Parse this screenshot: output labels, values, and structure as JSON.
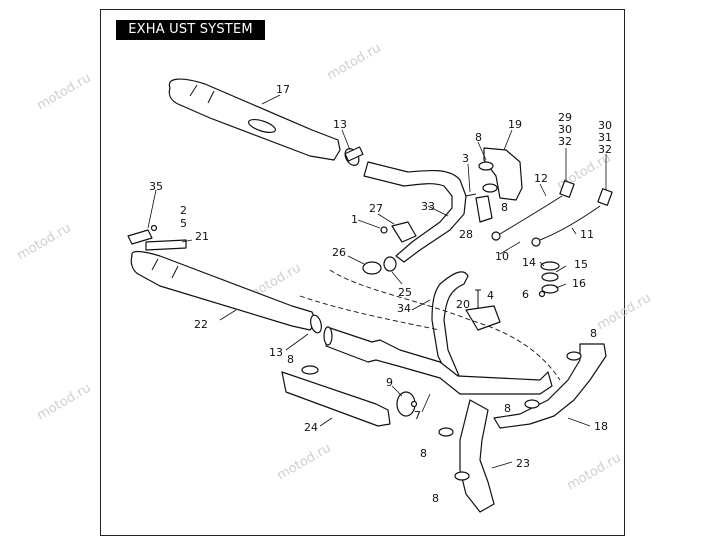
{
  "title": "EXHA UST SYSTEM",
  "watermark": "motod.ru",
  "callouts": [
    {
      "id": "c17",
      "text": "17"
    },
    {
      "id": "c13a",
      "text": "13"
    },
    {
      "id": "c19",
      "text": "19"
    },
    {
      "id": "c8a",
      "text": "8"
    },
    {
      "id": "c3",
      "text": "3"
    },
    {
      "id": "c29",
      "text": "29"
    },
    {
      "id": "c30a",
      "text": "30"
    },
    {
      "id": "c32a",
      "text": "32"
    },
    {
      "id": "c30b",
      "text": "30"
    },
    {
      "id": "c31",
      "text": "31"
    },
    {
      "id": "c32b",
      "text": "32"
    },
    {
      "id": "c35",
      "text": "35"
    },
    {
      "id": "c2",
      "text": "2"
    },
    {
      "id": "c5",
      "text": "5"
    },
    {
      "id": "c21",
      "text": "21"
    },
    {
      "id": "c27",
      "text": "27"
    },
    {
      "id": "c33",
      "text": "33"
    },
    {
      "id": "c1",
      "text": "1"
    },
    {
      "id": "c12",
      "text": "12"
    },
    {
      "id": "c8b",
      "text": "8"
    },
    {
      "id": "c28",
      "text": "28"
    },
    {
      "id": "c11",
      "text": "11"
    },
    {
      "id": "c26",
      "text": "26"
    },
    {
      "id": "c10",
      "text": "10"
    },
    {
      "id": "c14",
      "text": "14"
    },
    {
      "id": "c15",
      "text": "15"
    },
    {
      "id": "c4",
      "text": "4"
    },
    {
      "id": "c6",
      "text": "6"
    },
    {
      "id": "c16",
      "text": "16"
    },
    {
      "id": "c25",
      "text": "25"
    },
    {
      "id": "c20",
      "text": "20"
    },
    {
      "id": "c34",
      "text": "34"
    },
    {
      "id": "c22",
      "text": "22"
    },
    {
      "id": "c8c",
      "text": "8"
    },
    {
      "id": "c13b",
      "text": "13"
    },
    {
      "id": "c8d",
      "text": "8"
    },
    {
      "id": "c9",
      "text": "9"
    },
    {
      "id": "c8e",
      "text": "8"
    },
    {
      "id": "c18",
      "text": "18"
    },
    {
      "id": "c7",
      "text": "7"
    },
    {
      "id": "c24",
      "text": "24"
    },
    {
      "id": "c8f",
      "text": "8"
    },
    {
      "id": "c23",
      "text": "23"
    },
    {
      "id": "c8g",
      "text": "8"
    }
  ]
}
